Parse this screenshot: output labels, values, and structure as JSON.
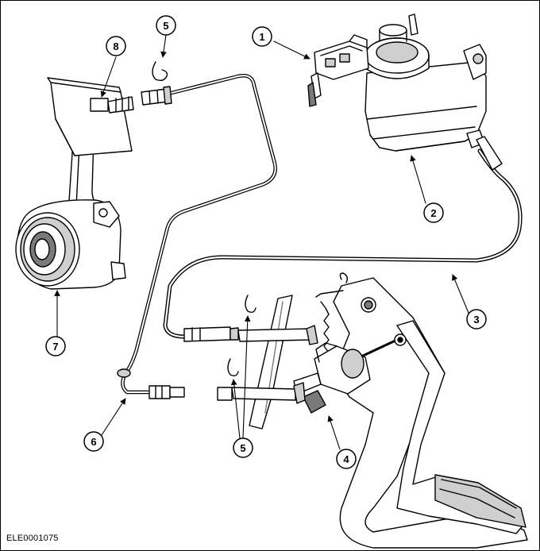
{
  "figure": {
    "id": "ELE0001075"
  },
  "callouts": [
    {
      "key": "c1",
      "number": "1"
    },
    {
      "key": "c2",
      "number": "2"
    },
    {
      "key": "c3",
      "number": "3"
    },
    {
      "key": "c4",
      "number": "4"
    },
    {
      "key": "c5a",
      "number": "5"
    },
    {
      "key": "c5b",
      "number": "5"
    },
    {
      "key": "c6",
      "number": "6"
    },
    {
      "key": "c7",
      "number": "7"
    },
    {
      "key": "c8",
      "number": "8"
    }
  ],
  "colors": {
    "ink": "#000000",
    "paper": "#ffffff",
    "shade": "#cfcfcf",
    "dark": "#7a7a7a"
  }
}
